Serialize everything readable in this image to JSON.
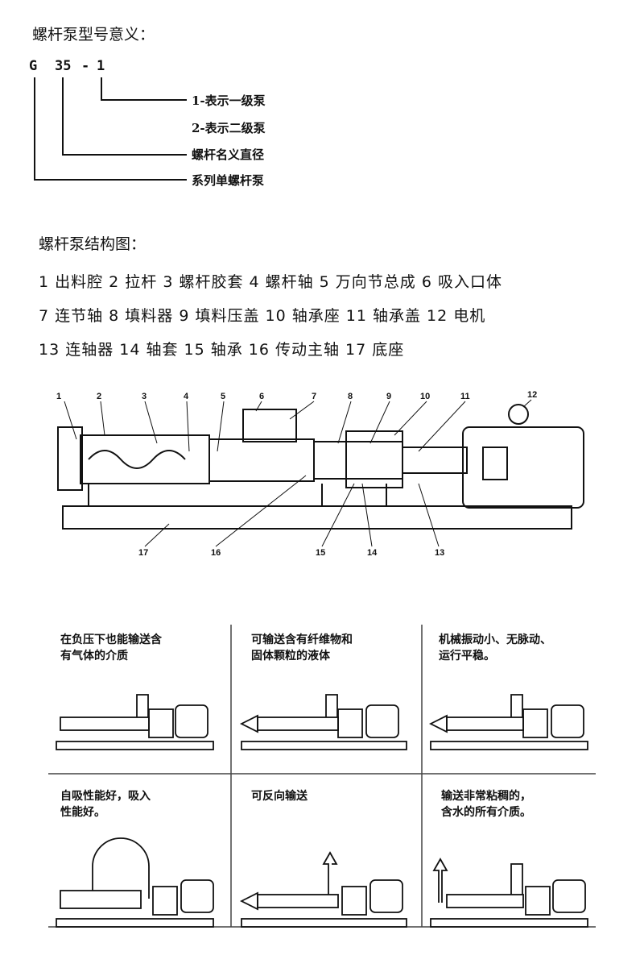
{
  "model_title": "螺杆泵型号意义：",
  "model_code": {
    "g": "G",
    "diameter": "35",
    "dash": "-",
    "stage": "1"
  },
  "model_labels": [
    "1-表示一级泵",
    "2-表示二级泵",
    "螺杆名义直径",
    "系列单螺杆泵"
  ],
  "structure_title": "螺杆泵结构图：",
  "parts_lines": [
    "1 出料腔 2 拉杆 3 螺杆胶套 4 螺杆轴 5 万向节总成 6 吸入口体",
    "7 连节轴 8 填料器 9 填料压盖 10 轴承座 11 轴承盖 12 电机",
    "13 连轴器 14 轴套 15 轴承 16 传动主轴 17 底座"
  ],
  "diagram_numbers": [
    "1",
    "2",
    "3",
    "4",
    "5",
    "6",
    "7",
    "8",
    "9",
    "10",
    "11",
    "12",
    "13",
    "14",
    "15",
    "16",
    "17"
  ],
  "features": [
    {
      "line1": "在负压下也能输送含",
      "line2": "有气体的介质"
    },
    {
      "line1": "可输送含有纤维物和",
      "line2": "固体颗粒的液体"
    },
    {
      "line1": "机械振动小、无脉动、",
      "line2": "运行平稳。"
    },
    {
      "line1": "自吸性能好，吸入",
      "line2": "性能好。"
    },
    {
      "line1": "可反向输送",
      "line2": ""
    },
    {
      "line1": "输送非常粘稠的，",
      "line2": "含水的所有介质。"
    }
  ]
}
